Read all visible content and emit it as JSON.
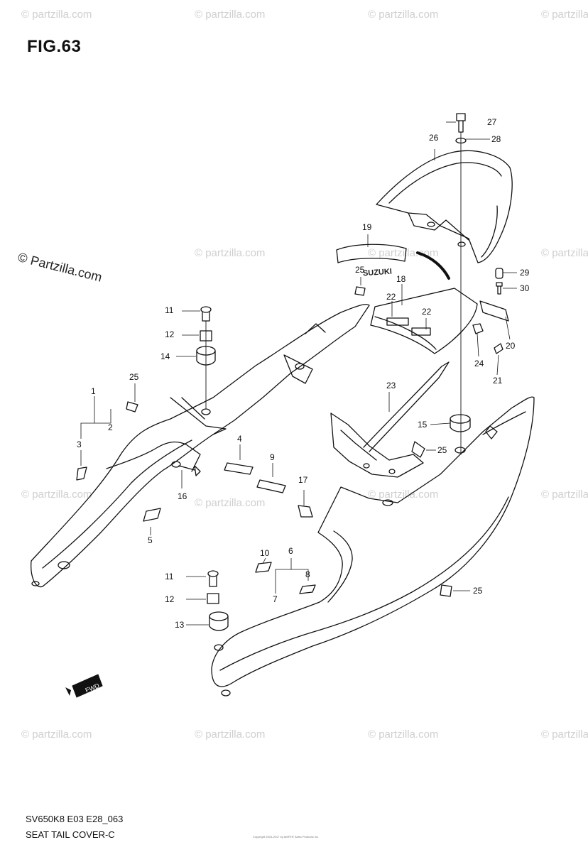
{
  "figure": {
    "title": "FIG.63",
    "model_code": "SV650K8 E03 E28_063",
    "caption": "SEAT TAIL COVER-C",
    "copyright_line": "Copyright 2004-2017 by AMFER Sales Products Inc."
  },
  "watermarks": {
    "primary": "© Partzilla.com",
    "repeat": "© partzilla.com"
  },
  "emblem_text": "SUZUKI",
  "fwd_label": "FWD",
  "part_labels": [
    "1",
    "2",
    "3",
    "4",
    "5",
    "6",
    "7",
    "8",
    "9",
    "10",
    "11",
    "12",
    "13",
    "14",
    "15",
    "16",
    "17",
    "18",
    "19",
    "20",
    "21",
    "22",
    "23",
    "24",
    "25",
    "26",
    "27",
    "28",
    "29",
    "30"
  ],
  "colors": {
    "line": "#111111",
    "watermark": "#cfcfcf",
    "background": "#ffffff"
  }
}
